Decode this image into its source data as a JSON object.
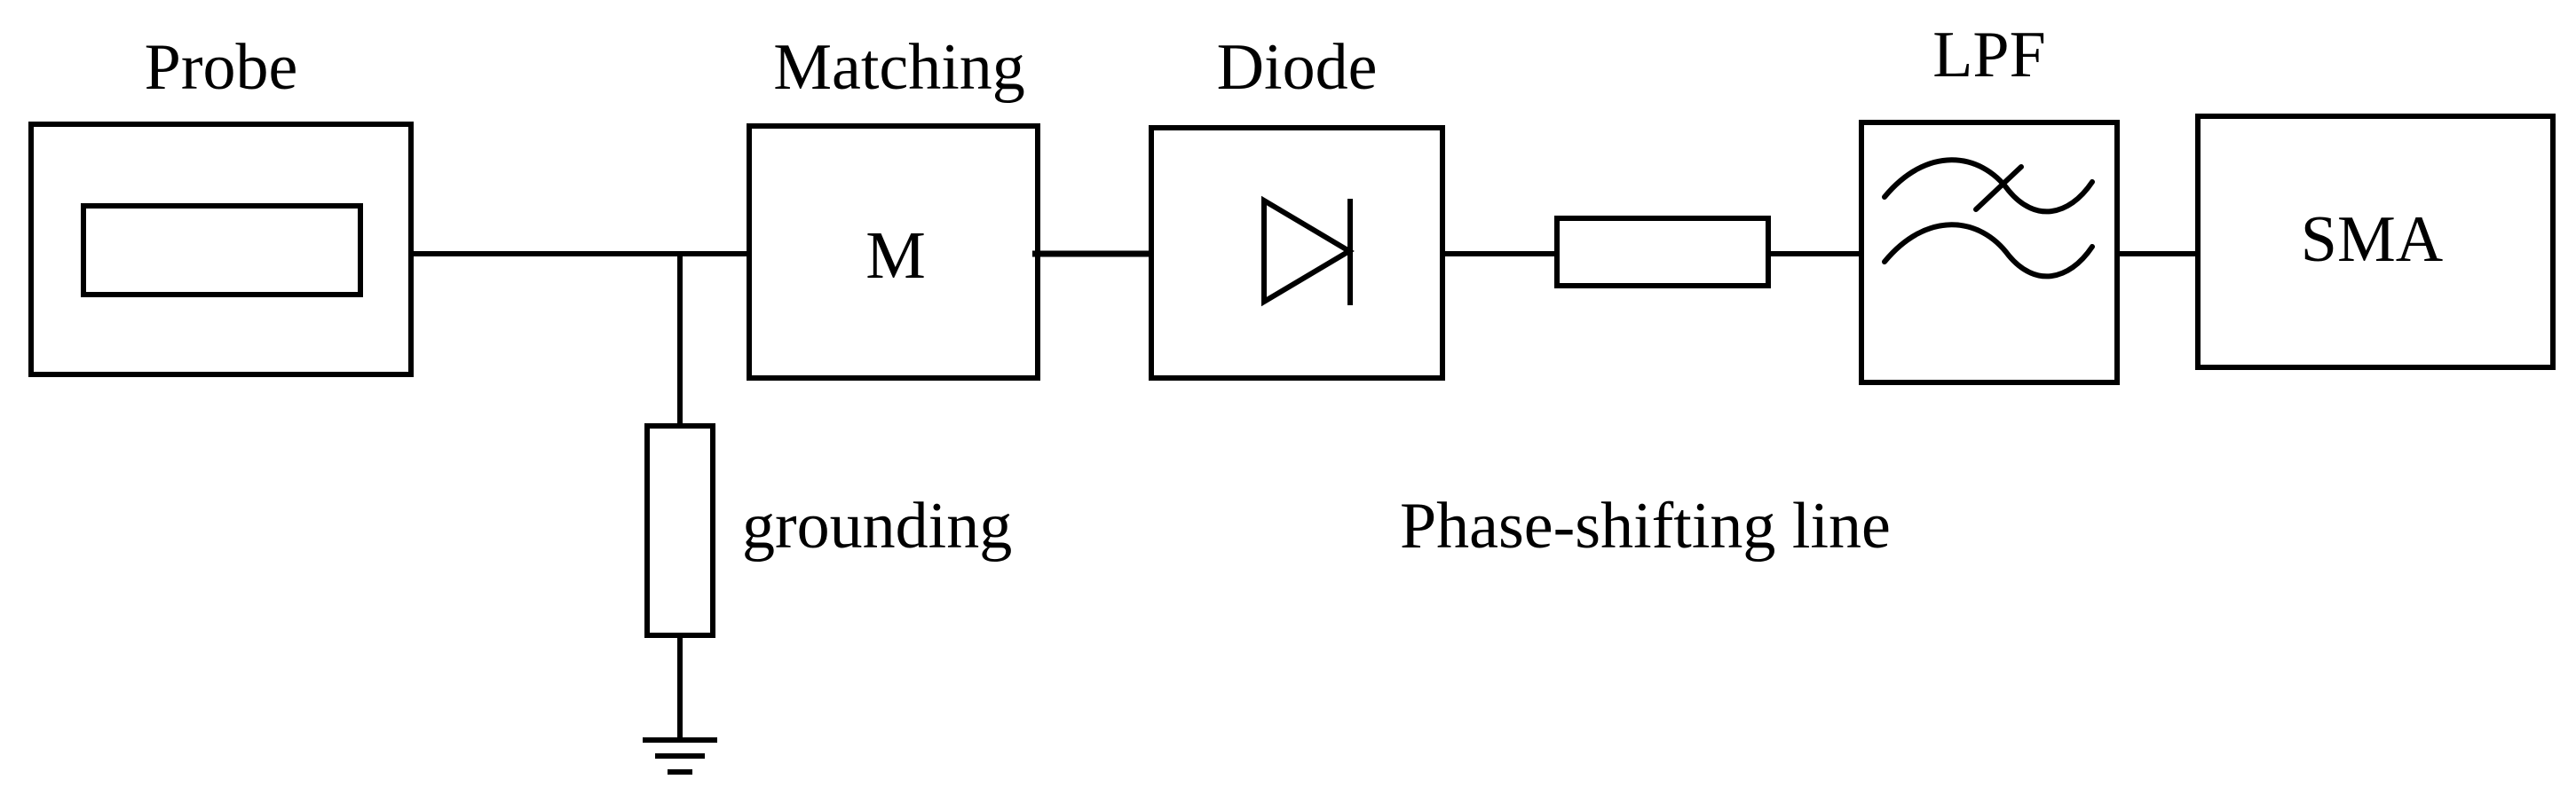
{
  "labels": {
    "probe": "Probe",
    "matching": "Matching",
    "diode": "Diode",
    "lpf": "LPF",
    "grounding": "grounding",
    "phase_shifting_line": "Phase-shifting line"
  },
  "blocks": {
    "matching_symbol": "M",
    "sma": "SMA"
  },
  "colors": {
    "stroke": "#000000",
    "background": "#ffffff"
  }
}
